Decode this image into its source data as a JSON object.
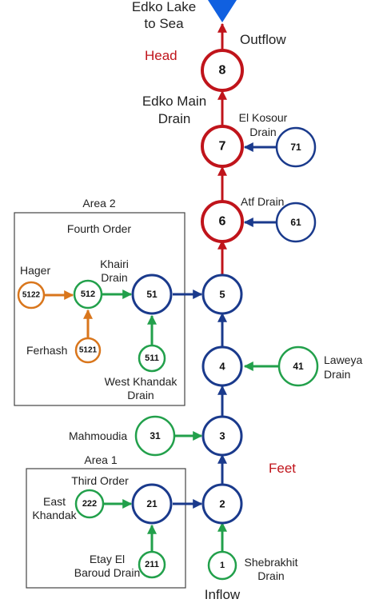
{
  "colors": {
    "red": "#c0141b",
    "navy": "#1a3a8c",
    "green": "#22a04b",
    "orange": "#d9761c",
    "blue_marker": "#1060e0",
    "box": "#444444"
  },
  "labels": {
    "edko_lake": "Edko Lake",
    "to_sea": "to Sea",
    "outflow": "Outflow",
    "head": "Head",
    "edko_main": "Edko Main",
    "drain_main": "Drain",
    "el_kosour": "El Kosour",
    "el_kosour_drain": "Drain",
    "atf_drain": "Atf Drain",
    "area2": "Area 2",
    "fourth_order": "Fourth Order",
    "hager": "Hager",
    "khairi": "Khairi",
    "khairi_drain": "Drain",
    "ferhash": "Ferhash",
    "west_khandak": "West Khandak",
    "west_khandak_drain": "Drain",
    "laweya": "Laweya",
    "laweya_drain": "Drain",
    "mahmoudia": "Mahmoudia",
    "feet": "Feet",
    "area1": "Area 1",
    "third_order": "Third Order",
    "east": "East",
    "khandak": "Khandak",
    "etay_el": "Etay El",
    "baroud_drain": "Baroud Drain",
    "shebrakhit": "Shebrakhit",
    "shebrakhit_drain": "Drain",
    "inflow": "Inflow"
  },
  "nodes": {
    "n8": "8",
    "n7": "7",
    "n6": "6",
    "n71": "71",
    "n61": "61",
    "n5": "5",
    "n51": "51",
    "n512": "512",
    "n5122": "5122",
    "n5121": "5121",
    "n511": "511",
    "n4": "4",
    "n41": "41",
    "n3": "3",
    "n31": "31",
    "n2": "2",
    "n21": "21",
    "n222": "222",
    "n211": "211",
    "n1": "1"
  }
}
